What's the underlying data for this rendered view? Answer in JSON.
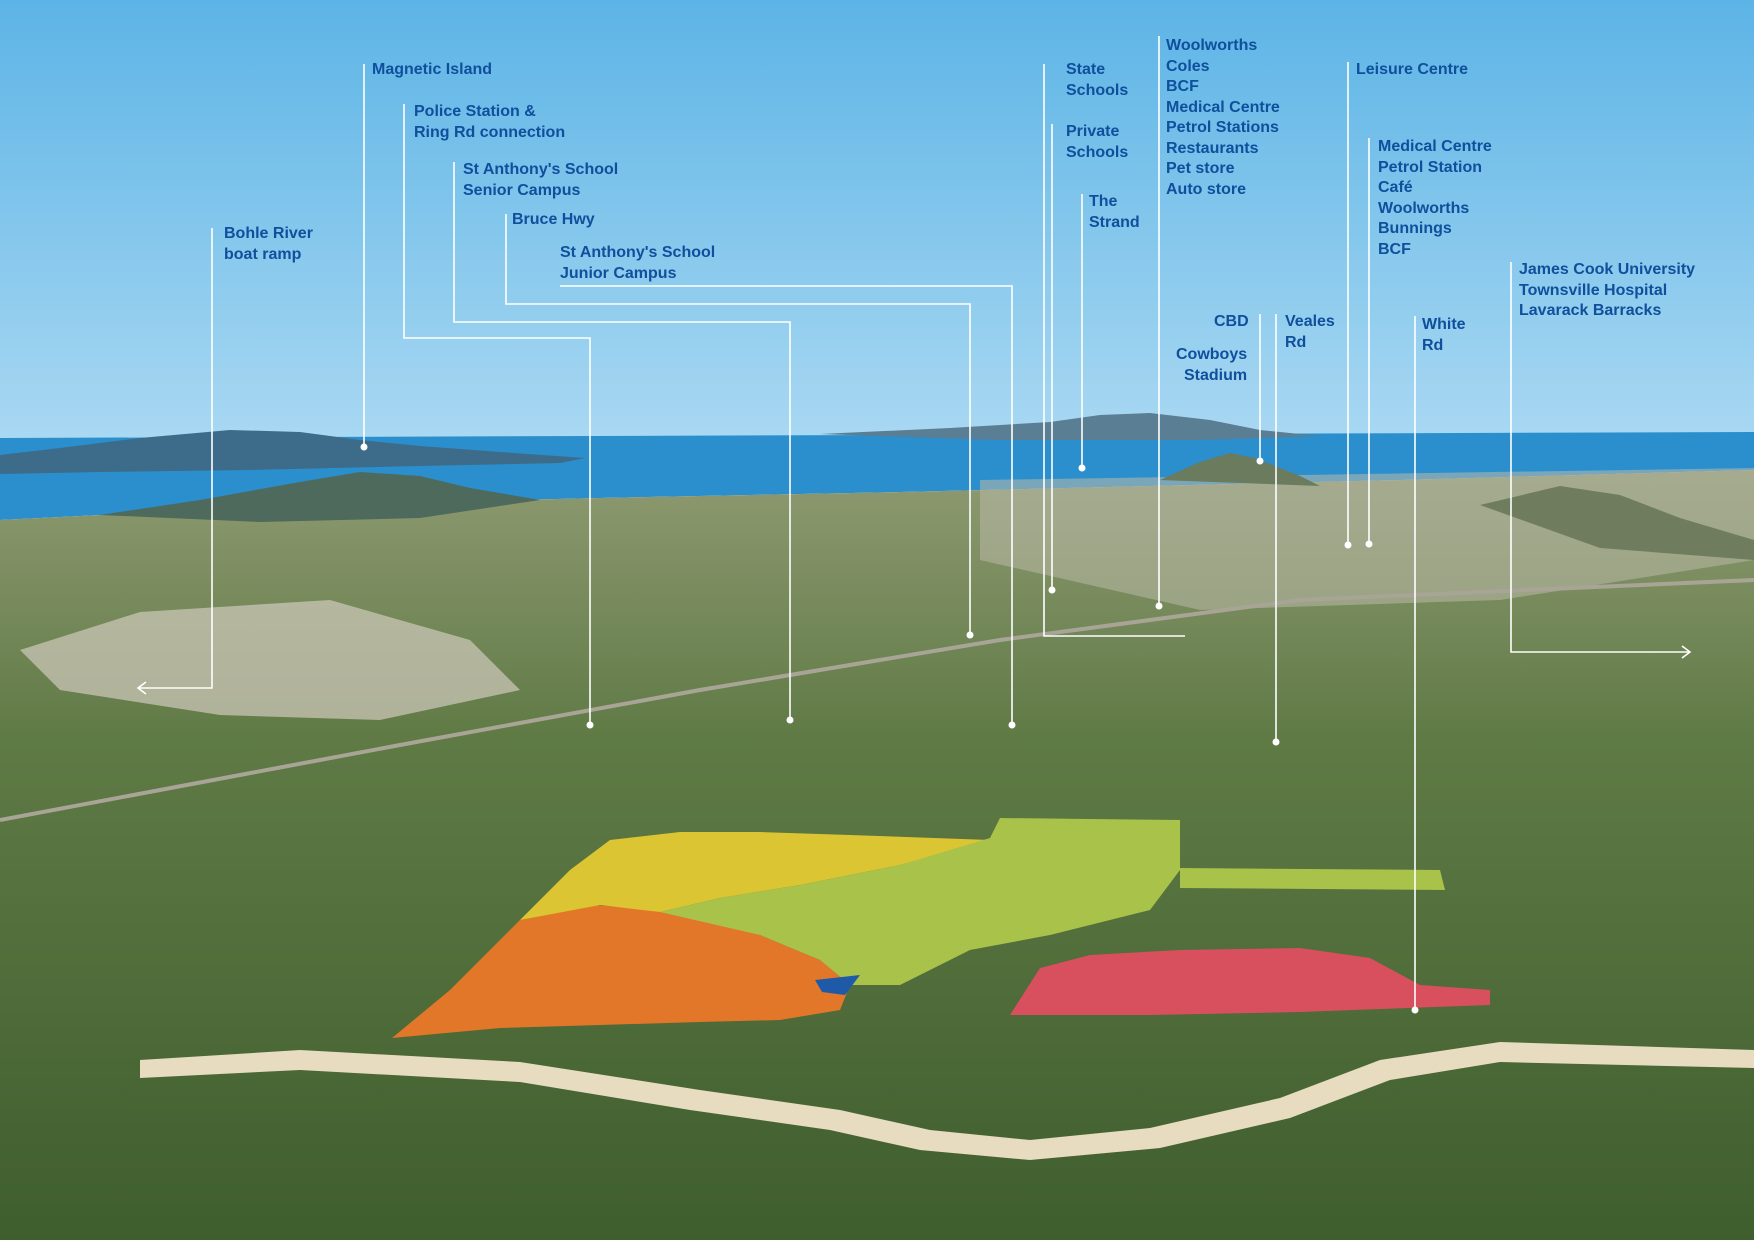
{
  "labels": {
    "bohle_river": [
      "Bohle River",
      "boat ramp"
    ],
    "magnetic_island": [
      "Magnetic Island"
    ],
    "police_station": [
      "Police Station &",
      "Ring Rd connection"
    ],
    "st_anthony_senior": [
      "St Anthony's School",
      "Senior Campus"
    ],
    "bruce_hwy": [
      "Bruce Hwy"
    ],
    "st_anthony_junior": [
      "St Anthony's School",
      "Junior Campus"
    ],
    "state_schools": [
      "State",
      "Schools"
    ],
    "private_schools": [
      "Private",
      "Schools"
    ],
    "the_strand": [
      "The",
      "Strand"
    ],
    "shopping_centre_1": [
      "Woolworths",
      "Coles",
      "BCF",
      "Medical Centre",
      "Petrol Stations",
      "Restaurants",
      "Pet store",
      "Auto store"
    ],
    "leisure_centre": [
      "Leisure Centre"
    ],
    "shopping_centre_2": [
      "Medical Centre",
      "Petrol Station",
      "Café",
      "Woolworths",
      "Bunnings",
      "BCF"
    ],
    "jcu": [
      "James Cook University",
      "Townsville Hospital",
      "Lavarack Barracks"
    ],
    "cbd": [
      "CBD"
    ],
    "cowboys_stadium": [
      "Cowboys",
      "Stadium"
    ],
    "veales_rd": [
      "Veales",
      "Rd"
    ],
    "white_rd": [
      "White",
      "Rd"
    ]
  },
  "colors": {
    "sky_top": "#5cb4e6",
    "sky_bottom": "#a9d8f2",
    "sea": "#2a8fcc",
    "land_far": "#8f9a72",
    "land_mid": "#5f7a45",
    "land_near": "#3f5e2e",
    "label_text": "#0f4f9c",
    "leader_line": "#ffffff",
    "stage_orange": "#e2772a",
    "stage_yellow": "#dcc533",
    "stage_green": "#a8c24a",
    "stage_red": "#d8505e",
    "stage_blue": "#1f5aa8",
    "river_sand": "#e8dcc0"
  }
}
